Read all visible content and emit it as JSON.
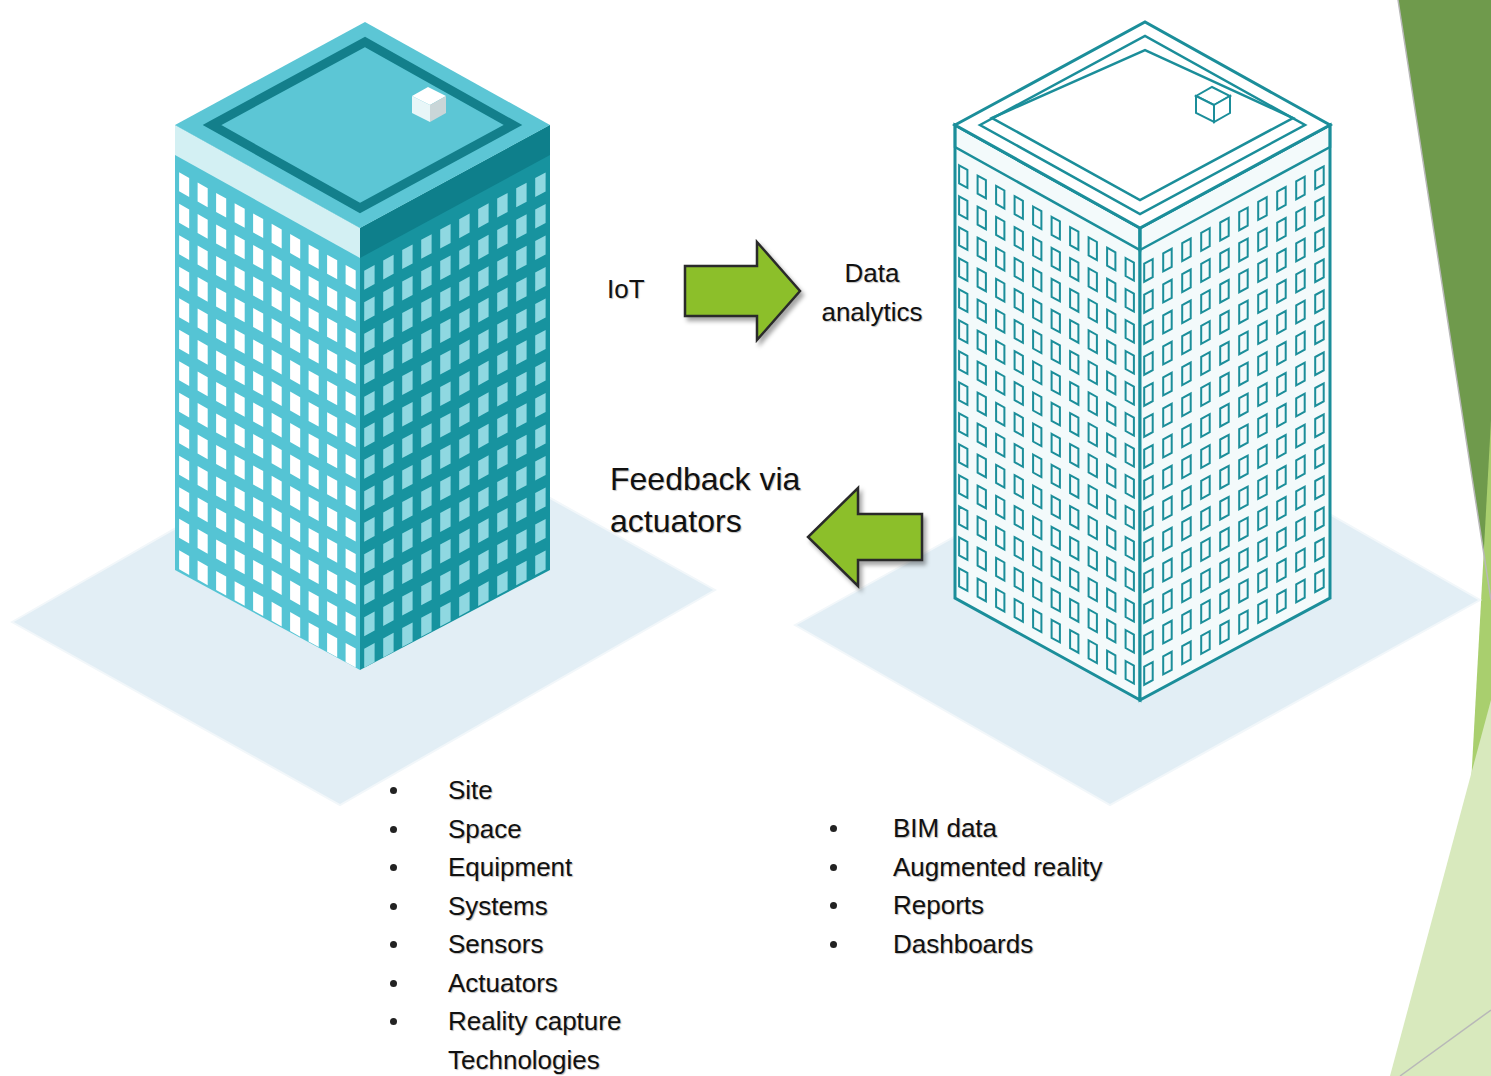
{
  "diagram": {
    "nodes": [
      {
        "text": [
          "Site",
          "Space",
          "Equipment",
          "Systems",
          "Sensors",
          "Actuators",
          "Reality capture Technologies"
        ]
      },
      {
        "text": [
          "BIM data",
          "Augmented reality",
          "Reports",
          "Dashboards"
        ]
      }
    ],
    "edges": [
      {
        "from": 0,
        "to": 1,
        "arrow": "to",
        "label": "IoT"
      },
      {
        "from": 1,
        "to": 0,
        "arrow": "to",
        "label": "Feedback via actuators"
      }
    ],
    "labels": [
      "Data analytics"
    ]
  }
}
